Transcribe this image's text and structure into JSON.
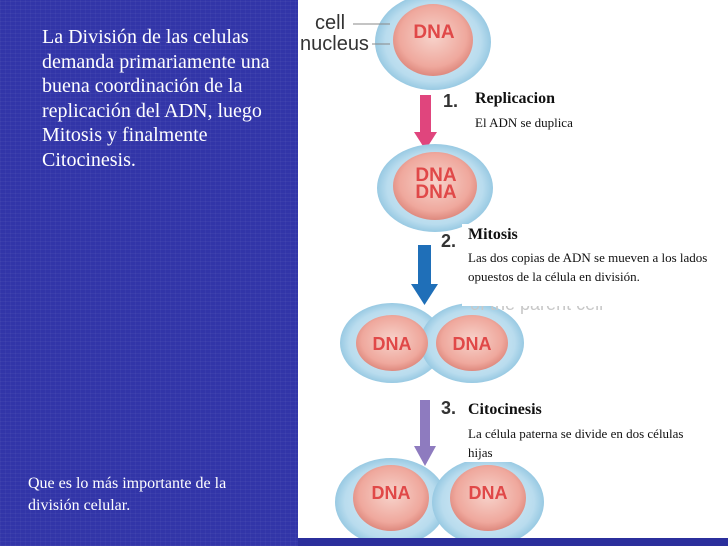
{
  "intro_text": "La División de las celulas demanda primariamente una buena coordinación de la replicación del ADN, luego Mitosis y finalmente Citocinesis.",
  "question_text": "Que  es lo más importante de la división celular.",
  "cell_label_1": "cell",
  "cell_label_2": "nucleus",
  "dna_label": "DNA",
  "steps": [
    {
      "number": "1.",
      "title": "Replicacion",
      "description": "El ADN se duplica"
    },
    {
      "number": "2.",
      "title": "Mitosis",
      "description": "Las dos copias de ADN se mueven a los lados opuestos de la célula en división."
    },
    {
      "number": "3.",
      "title": "Citocinesis",
      "description": "La célula paterna se divide en dos células hijas"
    }
  ],
  "residual_text": "of the parent cell",
  "colors": {
    "panel": "#3235a8",
    "arrow1": "#e0457d",
    "arrow2": "#1f6fb8",
    "arrow3": "#8e7bbf",
    "dna": "#e04848"
  }
}
